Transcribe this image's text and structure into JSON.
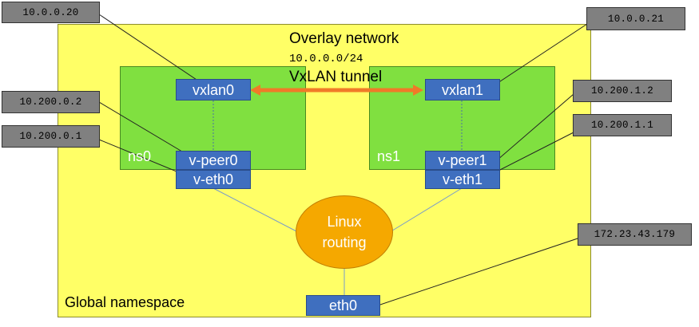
{
  "global_namespace": {
    "label": "Global namespace"
  },
  "overlay": {
    "title": "Overlay network",
    "subnet": "10.0.0.0/24",
    "tunnel": "VxLAN tunnel"
  },
  "namespaces": [
    {
      "label": "ns0",
      "vxlan": "vxlan0",
      "peer": "v-peer0",
      "eth": "v-eth0"
    },
    {
      "label": "ns1",
      "vxlan": "vxlan1",
      "peer": "v-peer1",
      "eth": "v-eth1"
    }
  ],
  "router": {
    "line1": "Linux",
    "line2": "routing"
  },
  "host_interface": "eth0",
  "callouts": {
    "vxlan0_ip": "10.0.0.20",
    "vxlan1_ip": "10.0.0.21",
    "peer0_ip": "10.200.0.2",
    "eth0_veth_ip": "10.200.0.1",
    "peer1_ip": "10.200.1.2",
    "eth1_veth_ip": "10.200.1.1",
    "host_ip": "172.23.43.179"
  },
  "colors": {
    "global_bg": "#ffff66",
    "namespace_bg": "#80e040",
    "interface_bg": "#3f6fbf",
    "callout_bg": "#808080",
    "router_bg": "#f5a800",
    "tunnel_arrow": "#f07a28"
  }
}
